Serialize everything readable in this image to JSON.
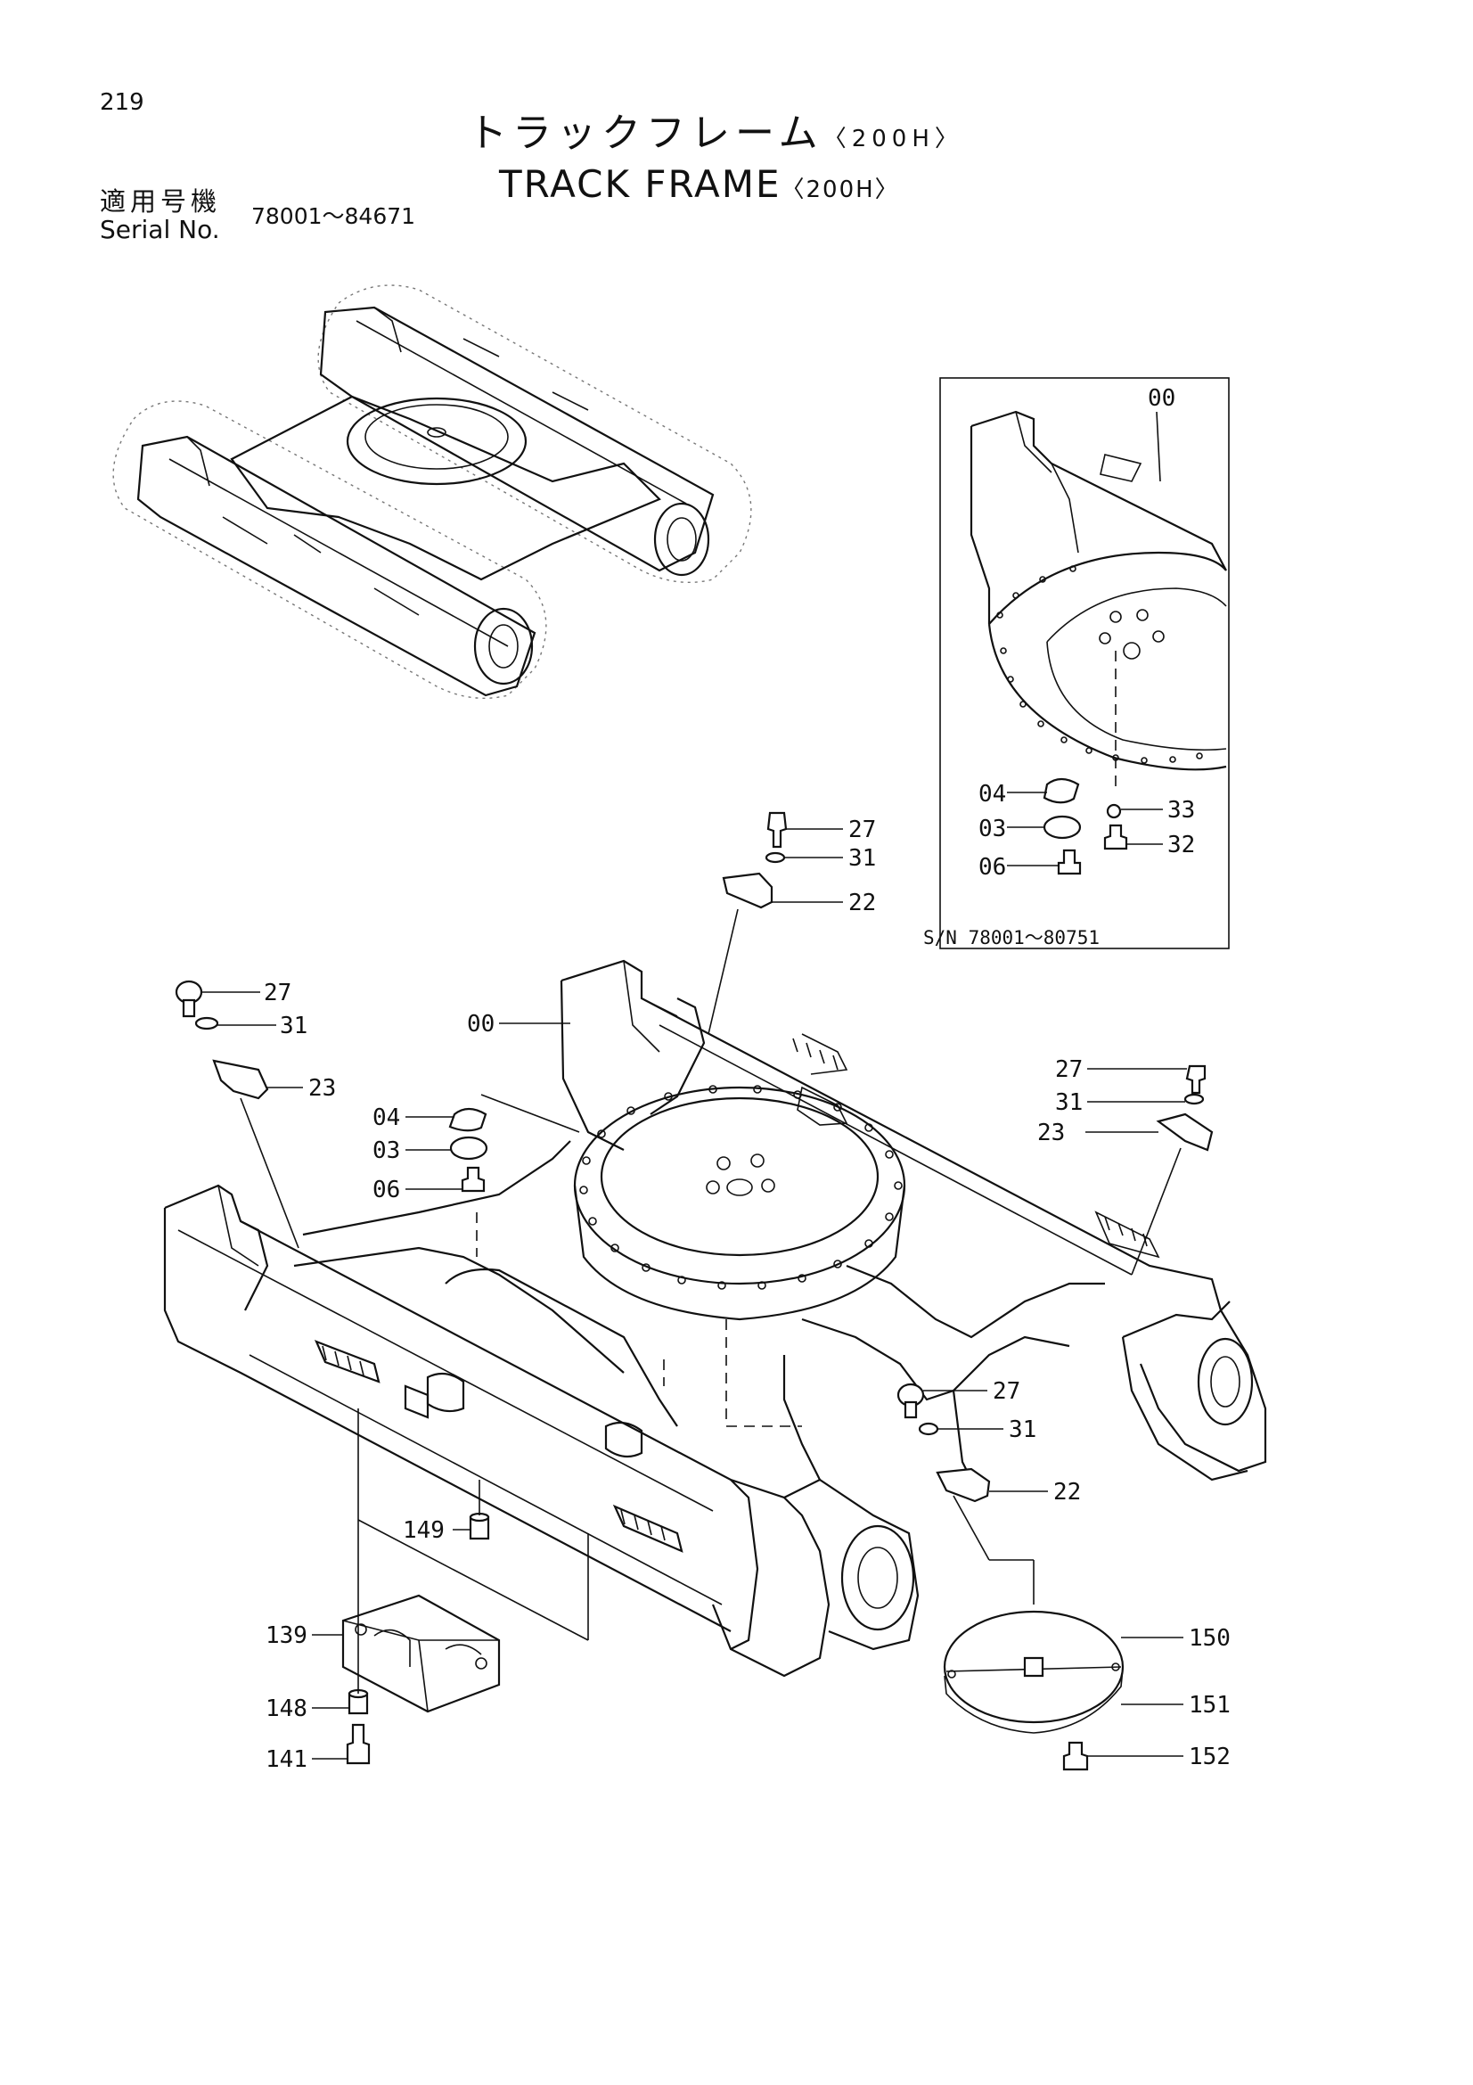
{
  "header": {
    "page_number": "219",
    "title_jp": "トラックフレーム",
    "title_jp_suffix": "〈200H〉",
    "title_en": "TRACK FRAME",
    "title_en_suffix": "〈200H〉",
    "serial_label_jp": "適用号機",
    "serial_label_en": "Serial No.",
    "serial_range": "78001～84671"
  },
  "inset": {
    "serial_note": "S/N 78001～80751",
    "labels": [
      "00",
      "04",
      "03",
      "06",
      "33",
      "32"
    ]
  },
  "main_labels": [
    "27",
    "31",
    "22",
    "27",
    "31",
    "23",
    "00",
    "04",
    "03",
    "06",
    "27",
    "31",
    "23",
    "27",
    "31",
    "22",
    "149",
    "139",
    "148",
    "141",
    "150",
    "151",
    "152"
  ]
}
